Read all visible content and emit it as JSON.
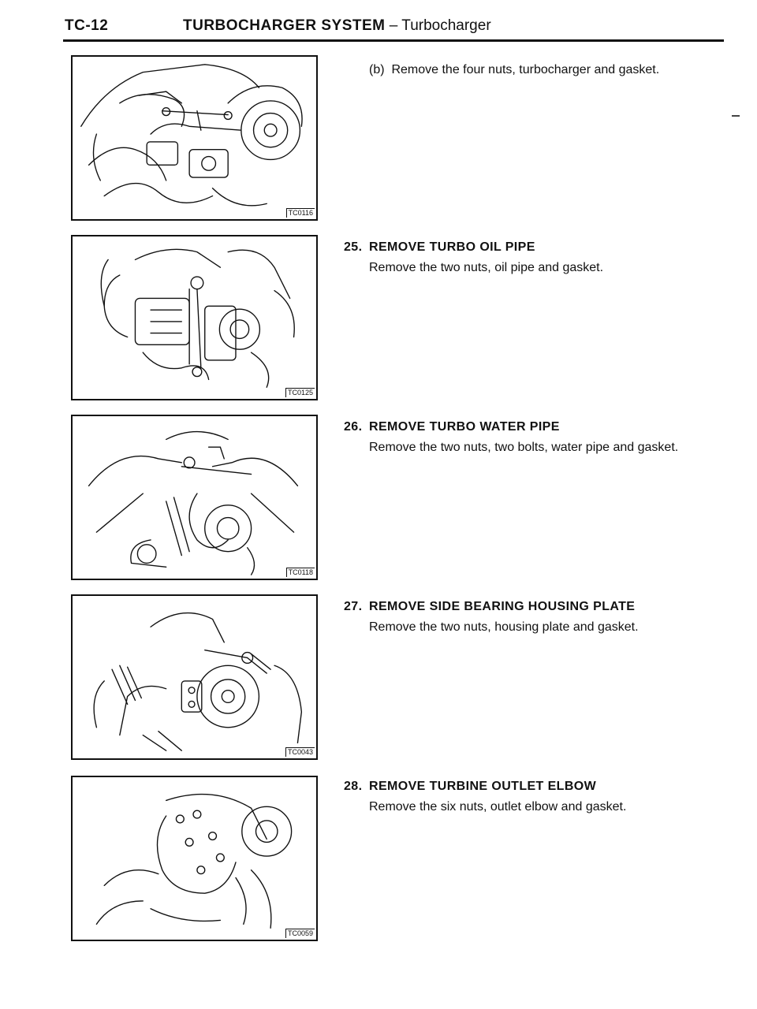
{
  "header": {
    "page_code": "TC-12",
    "system": "TURBOCHARGER SYSTEM",
    "separator": " – ",
    "subtitle": "Turbocharger"
  },
  "figures": [
    {
      "code": "TC0116"
    },
    {
      "code": "TC0125"
    },
    {
      "code": "TC0118"
    },
    {
      "code": "TC0043"
    },
    {
      "code": "TC0059"
    }
  ],
  "sub_step": {
    "text": "(b)  Remove the four nuts, turbocharger and gasket."
  },
  "steps": [
    {
      "number": "25.",
      "title": "REMOVE TURBO OIL PIPE",
      "body": "Remove the two nuts, oil pipe and gasket."
    },
    {
      "number": "26.",
      "title": "REMOVE TURBO WATER PIPE",
      "body": "Remove the two nuts, two bolts, water pipe and gasket."
    },
    {
      "number": "27.",
      "title": "REMOVE SIDE BEARING HOUSING PLATE",
      "body": "Remove the two nuts, housing plate and gasket."
    },
    {
      "number": "28.",
      "title": "REMOVE TURBINE OUTLET ELBOW",
      "body": "Remove the six nuts, outlet elbow and gasket."
    }
  ]
}
